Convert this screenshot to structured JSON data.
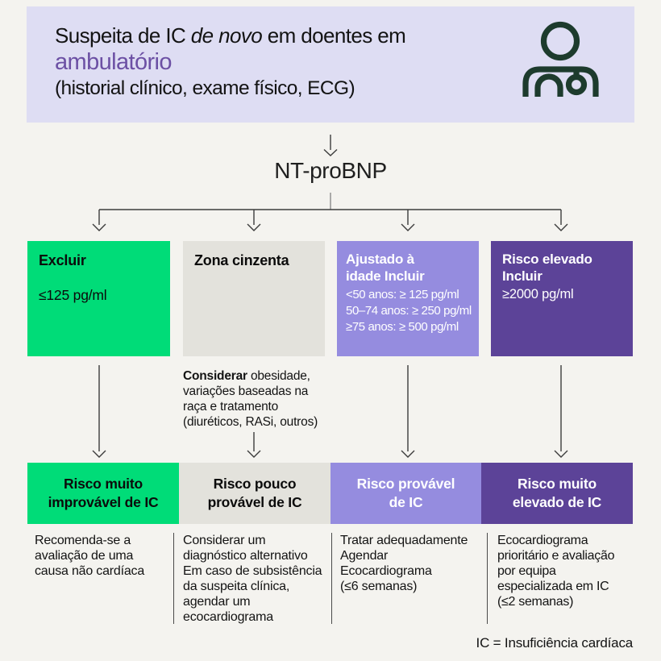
{
  "header": {
    "title_prefix": "Suspeita de IC ",
    "title_italic": "de novo",
    "title_suffix": " em doentes em",
    "highlight": "ambulatório",
    "subtitle": "(historial clínico, exame físico, ECG)",
    "icon": "doctor-with-stethoscope"
  },
  "flow": {
    "test_label": "NT-proBNP"
  },
  "criteria_boxes": [
    {
      "title": "Excluir",
      "value": "≤125 pg/ml"
    },
    {
      "title": "Zona cinzenta"
    },
    {
      "title_line1": "Ajustado à",
      "title_line2": "idade Incluir",
      "range_lines": [
        "<50 anos: ≥ 125 pg/ml",
        "50–74 anos: ≥ 250 pg/ml",
        "≥75 anos: ≥ 500 pg/ml"
      ]
    },
    {
      "title_line1": "Risco elevado",
      "title_line2": "Incluir",
      "value": "≥2000 pg/ml"
    }
  ],
  "gray_zone_note": {
    "bold": "Considerar",
    "after_bold": " obesidade,",
    "lines": [
      "variações baseadas na",
      "raça e tratamento",
      "(diuréticos, RASi, outros)"
    ]
  },
  "risk_boxes": [
    {
      "line1": "Risco muito",
      "line2": "improvável de IC"
    },
    {
      "line1": "Risco pouco",
      "line2": "provável de IC"
    },
    {
      "line1": "Risco provável",
      "line2": "de IC"
    },
    {
      "line1": "Risco muito",
      "line2": "elevado de IC"
    }
  ],
  "recommendations": [
    {
      "lines": [
        "Recomenda-se a",
        "avaliação de uma",
        "causa não cardíaca"
      ]
    },
    {
      "lines": [
        "Considerar um",
        "diagnóstico alternativo",
        "Em caso de subsistência",
        "da suspeita clínica,",
        "agendar um",
        "ecocardiograma"
      ]
    },
    {
      "lines": [
        "Tratar adequadamente",
        "Agendar",
        "Ecocardiograma",
        "(≤6 semanas)"
      ]
    },
    {
      "lines": [
        "Ecocardiograma",
        "prioritário e avaliação",
        "por equipa",
        "especializada em IC",
        "(≤2 semanas)"
      ]
    }
  ],
  "footnote": "IC = Insuficiência cardíaca",
  "colors": {
    "page_bg": "#F4F3EF",
    "header_bg": "#DEDDF3",
    "highlight_purple": "#6C50A4",
    "green": "#00DC78",
    "gray_zone": "#E3E2DC",
    "light_purple": "#958CDF",
    "dark_purple": "#5C4398",
    "icon_green": "#1D3B2D",
    "connector_line": "#3C3C3C"
  }
}
